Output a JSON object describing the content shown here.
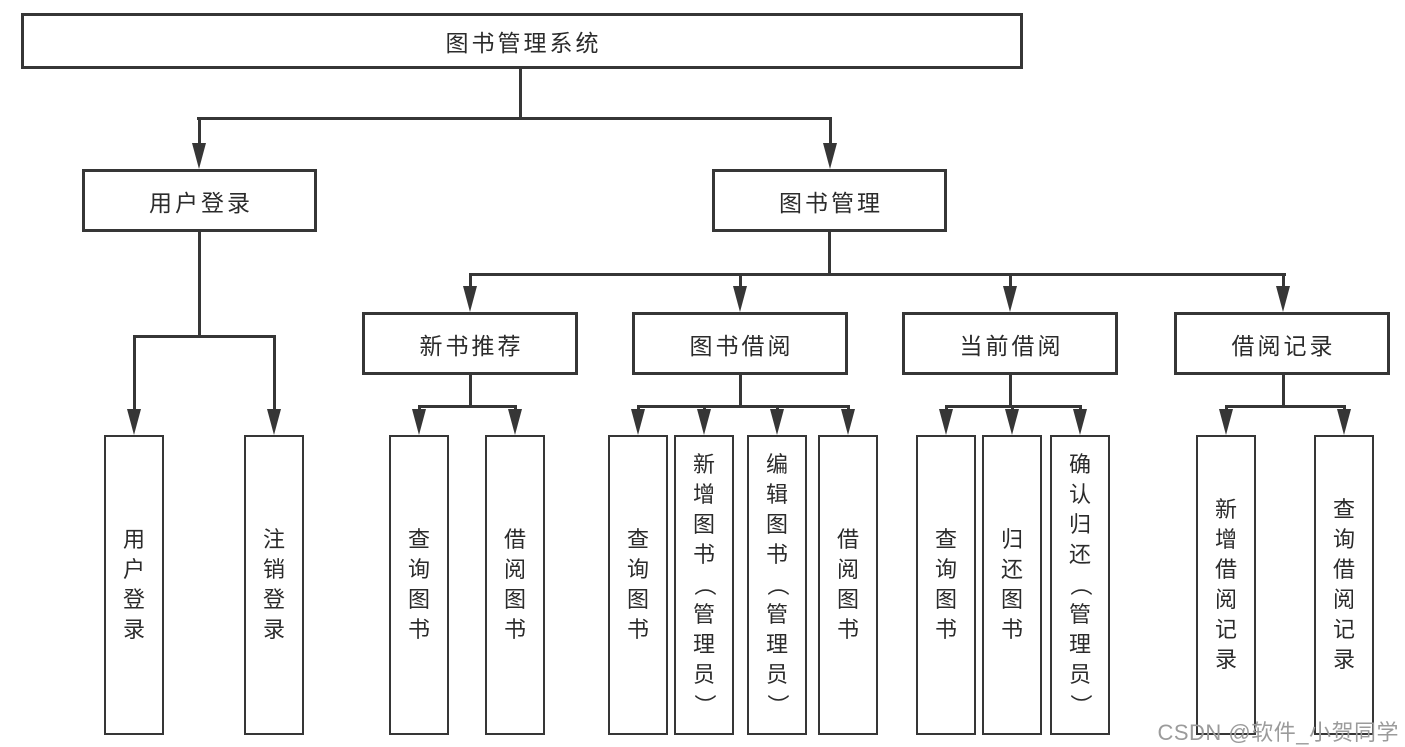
{
  "diagram": {
    "nodes": {
      "root": "图书管理系统",
      "user_login": "用户登录",
      "book_mgmt": "图书管理",
      "new_book": "新书推荐",
      "book_borrow": "图书借阅",
      "current_borrow": "当前借阅",
      "borrow_record": "借阅记录",
      "leaf_user_login": "用户登录",
      "leaf_logout": "注销登录",
      "leaf_nb_query": "查询图书",
      "leaf_nb_borrow": "借阅图书",
      "leaf_bb_query": "查询图书",
      "leaf_bb_add": "新增图书（管理员）",
      "leaf_bb_edit": "编辑图书（管理员）",
      "leaf_bb_borrow": "借阅图书",
      "leaf_cb_query": "查询图书",
      "leaf_cb_return": "归还图书",
      "leaf_cb_confirm": "确认归还（管理员）",
      "leaf_br_add": "新增借阅记录",
      "leaf_br_query": "查询借阅记录"
    },
    "colors": {
      "line": "#363636",
      "text": "#2b2b2b",
      "background": "#ffffff",
      "watermark": "#9b9b9b"
    }
  },
  "watermark": {
    "text": "CSDN @软件_小贺同学"
  }
}
